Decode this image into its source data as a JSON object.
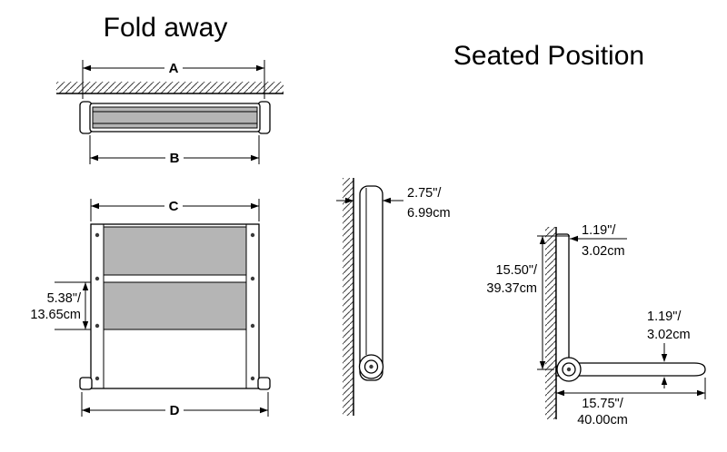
{
  "titles": {
    "fold_away": "Fold away",
    "seated_position": "Seated Position"
  },
  "letters": {
    "a": "A",
    "b": "B",
    "c": "C",
    "d": "D"
  },
  "dims": {
    "panel": {
      "in": "5.38\"/",
      "cm": "13.65cm"
    },
    "folded_depth": {
      "in": "2.75\"/",
      "cm": "6.99cm"
    },
    "bracket": {
      "in": "1.19\"/",
      "cm": "3.02cm"
    },
    "height": {
      "in": "15.50\"/",
      "cm": "39.37cm"
    },
    "seat_thickness": {
      "in": "1.19\"/",
      "cm": "3.02cm"
    },
    "depth": {
      "in": "15.75\"/",
      "cm": "40.00cm"
    }
  },
  "colors": {
    "panel_gray": "#b5b5b5",
    "line": "#000000",
    "background": "#ffffff"
  }
}
